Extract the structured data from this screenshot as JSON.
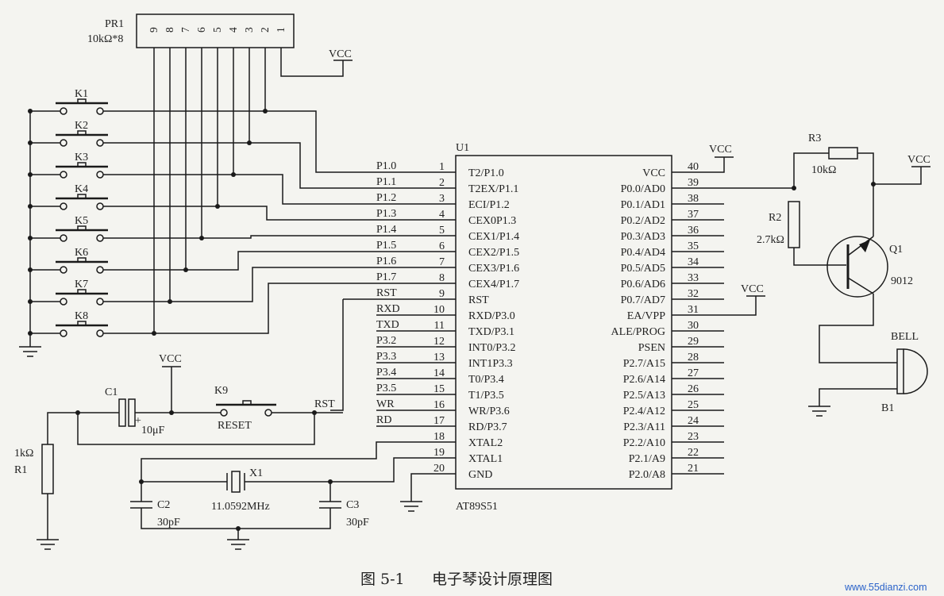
{
  "network": {
    "label": "PR1",
    "value": "10kΩ*8",
    "pins": [
      "9",
      "8",
      "7",
      "6",
      "5",
      "4",
      "3",
      "2",
      "1"
    ]
  },
  "keys": [
    "K1",
    "K2",
    "K3",
    "K4",
    "K5",
    "K6",
    "K7",
    "K8"
  ],
  "chip": {
    "designator": "U1",
    "part": "AT89S51",
    "left_pins": [
      {
        "num": "1",
        "name": "T2/P1.0",
        "net": "P1.0"
      },
      {
        "num": "2",
        "name": "T2EX/P1.1",
        "net": "P1.1"
      },
      {
        "num": "3",
        "name": "ECI/P1.2",
        "net": "P1.2"
      },
      {
        "num": "4",
        "name": "CEX0P1.3",
        "net": "P1.3"
      },
      {
        "num": "5",
        "name": "CEX1/P1.4",
        "net": "P1.4"
      },
      {
        "num": "6",
        "name": "CEX2/P1.5",
        "net": "P1.5"
      },
      {
        "num": "7",
        "name": "CEX3/P1.6",
        "net": "P1.6"
      },
      {
        "num": "8",
        "name": "CEX4/P1.7",
        "net": "P1.7"
      },
      {
        "num": "9",
        "name": "RST",
        "net": "RST"
      },
      {
        "num": "10",
        "name": "RXD/P3.0",
        "net": "RXD"
      },
      {
        "num": "11",
        "name": "TXD/P3.1",
        "net": "TXD"
      },
      {
        "num": "12",
        "name": "INT0/P3.2",
        "net": "P3.2"
      },
      {
        "num": "13",
        "name": "INT1P3.3",
        "net": "P3.3"
      },
      {
        "num": "14",
        "name": "T0/P3.4",
        "net": "P3.4"
      },
      {
        "num": "15",
        "name": "T1/P3.5",
        "net": "P3.5"
      },
      {
        "num": "16",
        "name": "WR/P3.6",
        "net": "WR"
      },
      {
        "num": "17",
        "name": "RD/P3.7",
        "net": "RD"
      },
      {
        "num": "18",
        "name": "XTAL2",
        "net": ""
      },
      {
        "num": "19",
        "name": "XTAL1",
        "net": ""
      },
      {
        "num": "20",
        "name": "GND",
        "net": ""
      }
    ],
    "right_pins": [
      {
        "num": "40",
        "name": "VCC"
      },
      {
        "num": "39",
        "name": "P0.0/AD0"
      },
      {
        "num": "38",
        "name": "P0.1/AD1"
      },
      {
        "num": "37",
        "name": "P0.2/AD2"
      },
      {
        "num": "36",
        "name": "P0.3/AD3"
      },
      {
        "num": "35",
        "name": "P0.4/AD4"
      },
      {
        "num": "34",
        "name": "P0.5/AD5"
      },
      {
        "num": "33",
        "name": "P0.6/AD6"
      },
      {
        "num": "32",
        "name": "P0.7/AD7"
      },
      {
        "num": "31",
        "name": "EA/VPP"
      },
      {
        "num": "30",
        "name": "ALE/PROG"
      },
      {
        "num": "29",
        "name": "PSEN"
      },
      {
        "num": "28",
        "name": "P2.7/A15"
      },
      {
        "num": "27",
        "name": "P2.6/A14"
      },
      {
        "num": "26",
        "name": "P2.5/A13"
      },
      {
        "num": "25",
        "name": "P2.4/A12"
      },
      {
        "num": "24",
        "name": "P2.3/A11"
      },
      {
        "num": "23",
        "name": "P2.2/A10"
      },
      {
        "num": "22",
        "name": "P2.1/A9"
      },
      {
        "num": "21",
        "name": "P2.0/A8"
      }
    ]
  },
  "power_label": "VCC",
  "reset": {
    "c1_label": "C1",
    "c1_value": "10μF",
    "k9_label": "K9",
    "k9_name": "RESET",
    "rst_label": "RST",
    "r1_value": "1kΩ",
    "r1_label": "R1",
    "plus": "+"
  },
  "crystal": {
    "x1_label": "X1",
    "x1_value": "11.0592MHz",
    "c2_label": "C2",
    "c2_value": "30pF",
    "c3_label": "C3",
    "c3_value": "30pF"
  },
  "driver": {
    "r3_label": "R3",
    "r3_value": "10kΩ",
    "r2_label": "R2",
    "r2_value": "2.7kΩ",
    "q1_label": "Q1",
    "q1_part": "9012",
    "bell_label": "BELL",
    "b1_label": "B1"
  },
  "caption": {
    "figure": "图 5-1",
    "title": "电子琴设计原理图"
  },
  "watermark": "www.55dianzi.com"
}
